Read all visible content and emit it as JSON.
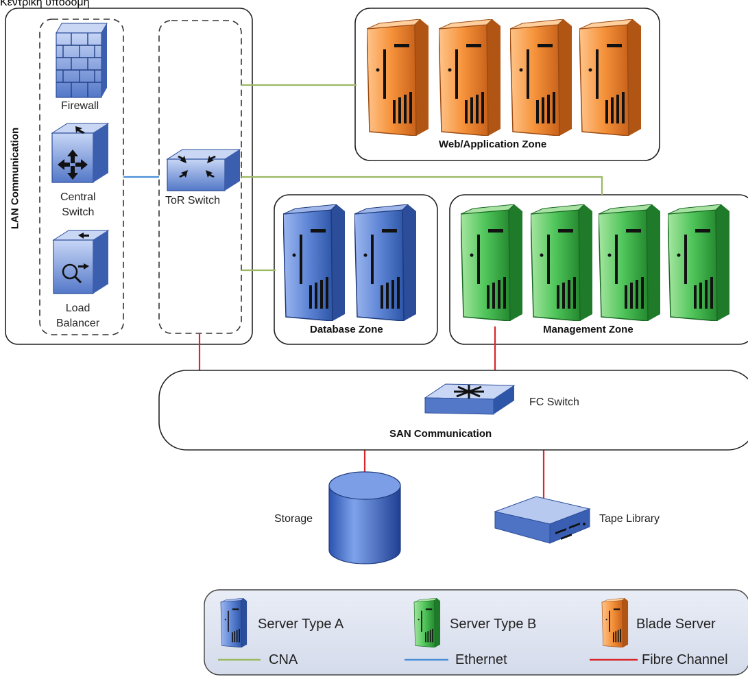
{
  "caption": "Κεντρική υποδομή",
  "lan": {
    "title": "LAN Communication",
    "firewall": "Firewall",
    "central_switch": "Central\nSwitch",
    "load_balancer": "Load\nBalancer",
    "tor_switch": "ToR Switch"
  },
  "zones": {
    "web": "Web/Application Zone",
    "database": "Database Zone",
    "management": "Management Zone"
  },
  "san": {
    "title": "SAN Communication",
    "fc_switch": "FC Switch"
  },
  "storage": "Storage",
  "tape_library": "Tape Library",
  "legend": {
    "server_a": "Server Type A",
    "server_b": "Server Type B",
    "blade": "Blade Server",
    "cna": "CNA",
    "ethernet": "Ethernet",
    "fibre": "Fibre Channel"
  },
  "colors": {
    "cna": "#9bb863",
    "ethernet": "#4b8fd8",
    "fibre": "#d8262a",
    "server_a": "#4e79c9",
    "server_b": "#3fb04f",
    "blade": "#f28a2e",
    "device_blue": "#6b8fd6"
  }
}
